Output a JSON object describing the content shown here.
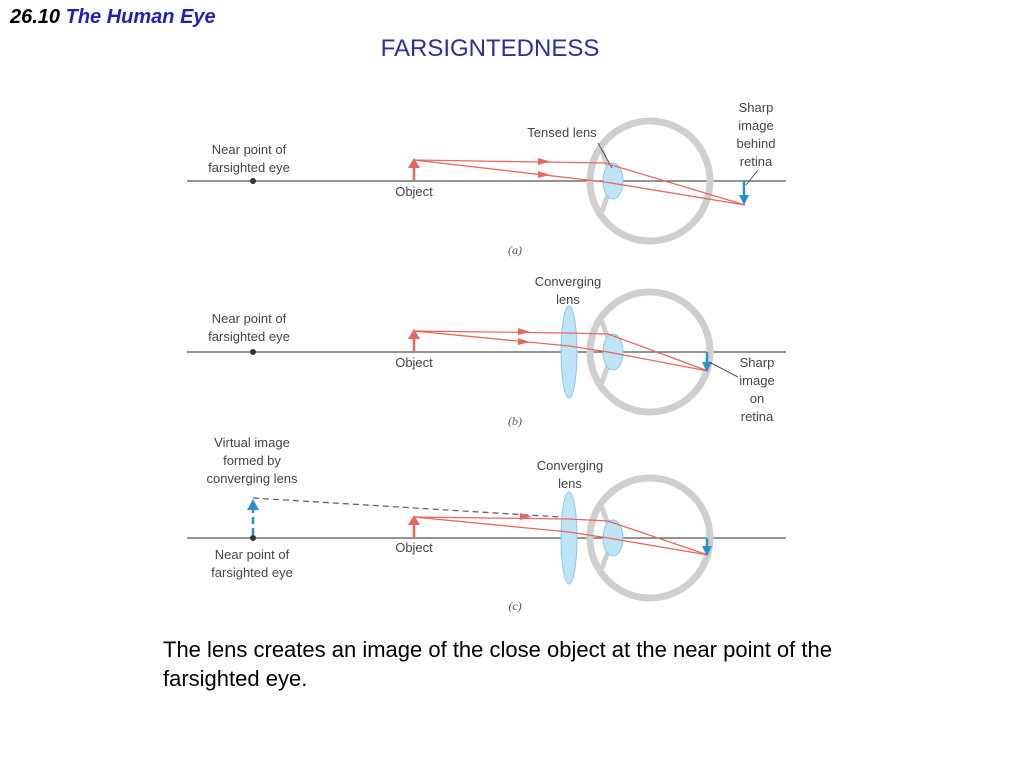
{
  "header": {
    "number": "26.10",
    "topic": "The Human Eye"
  },
  "title": "FARSIGNTEDNESS",
  "caption": "The lens creates an image of the close object at the near point of the farsighted eye.",
  "colors": {
    "ray": "#e8665e",
    "object_arrow": "#e8665e",
    "image_arrow": "#2a8fd0",
    "axis": "#555555",
    "eye_wall": "#cfcfcf",
    "lens": "#bfe3f7",
    "virtual_ray": "#666666"
  },
  "panel_a": {
    "label": "(a)",
    "near_point_lines": [
      "Near point of",
      "farsighted eye"
    ],
    "object_label": "Object",
    "tensed_lens_label": "Tensed lens",
    "sharp_image_lines": [
      "Sharp",
      "image",
      "behind",
      "retina"
    ]
  },
  "panel_b": {
    "label": "(b)",
    "near_point_lines": [
      "Near point of",
      "farsighted eye"
    ],
    "object_label": "Object",
    "converging_lines": [
      "Converging",
      "lens"
    ],
    "sharp_image_lines": [
      "Sharp",
      "image",
      "on",
      "retina"
    ]
  },
  "panel_c": {
    "label": "(c)",
    "virtual_image_lines": [
      "Virtual image",
      "formed by",
      "converging lens"
    ],
    "object_label": "Object",
    "converging_lines": [
      "Converging",
      "lens"
    ],
    "near_point_lines": [
      "Near point of",
      "farsighted eye"
    ]
  }
}
